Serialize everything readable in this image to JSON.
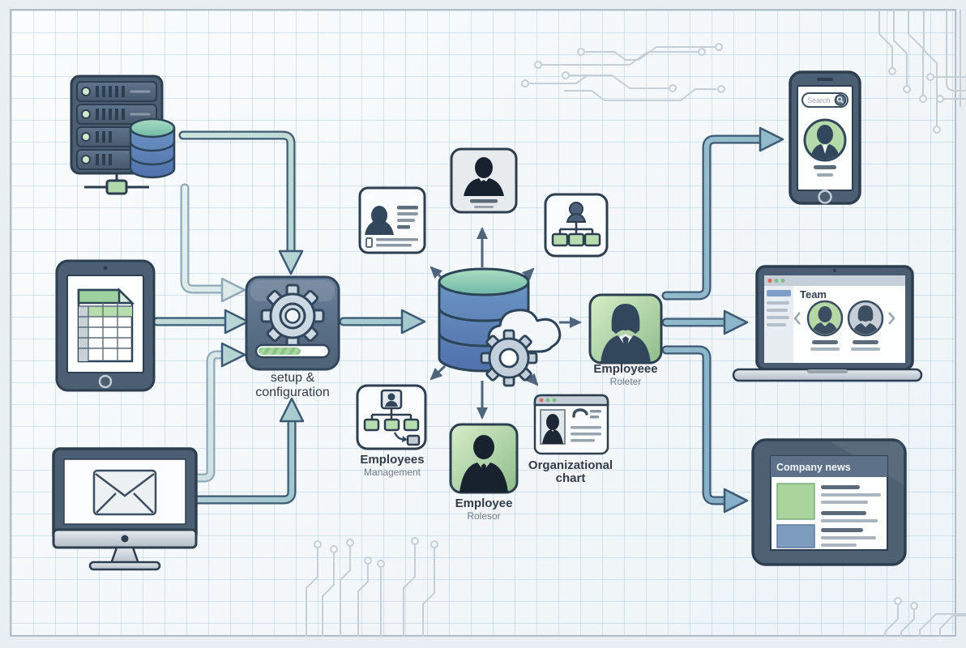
{
  "diagram": {
    "type": "hr-system-flow-illustration",
    "labels": {
      "setup": {
        "line1": "setup &",
        "line2": "configuration"
      },
      "employees_management": {
        "line1": "Employees",
        "line2": "Management"
      },
      "employee_roles": {
        "line1": "Employee",
        "line2": "Rolesor"
      },
      "organizational_chart": {
        "line1": "Organizational",
        "line2": "chart"
      },
      "employee_roster": {
        "line1": "Employeee",
        "line2": "Roleter"
      }
    },
    "devices": {
      "phone": {
        "search_placeholder": "Search"
      },
      "laptop": {
        "heading": "Team"
      },
      "news_tablet": {
        "header": "Company news"
      }
    },
    "icons": [
      "server-rack-icon",
      "database-icon",
      "spreadsheet-tablet-icon",
      "email-monitor-icon",
      "gear-progress-icon",
      "cloud-icon",
      "gear-icon",
      "id-card-icon",
      "employee-card-icon",
      "org-tree-icon",
      "org-flow-icon",
      "contact-browser-icon",
      "female-employee-card-icon",
      "search-phone-icon",
      "team-laptop-icon",
      "news-tablet-icon",
      "circuit-trace-decoration"
    ],
    "colors": {
      "paper": "#f2f7f9",
      "grid_line": "#aac6d6",
      "slate_device": "#4b5e72",
      "outline": "#2c3e50",
      "accent_green": "#a9d49c",
      "arrow_teal": "#9cc3cd",
      "db_teal_top": "#8fcab8",
      "db_blue_body": "#5f87c0",
      "text_dark": "#323b46",
      "text_muted": "#6e7a87"
    }
  }
}
